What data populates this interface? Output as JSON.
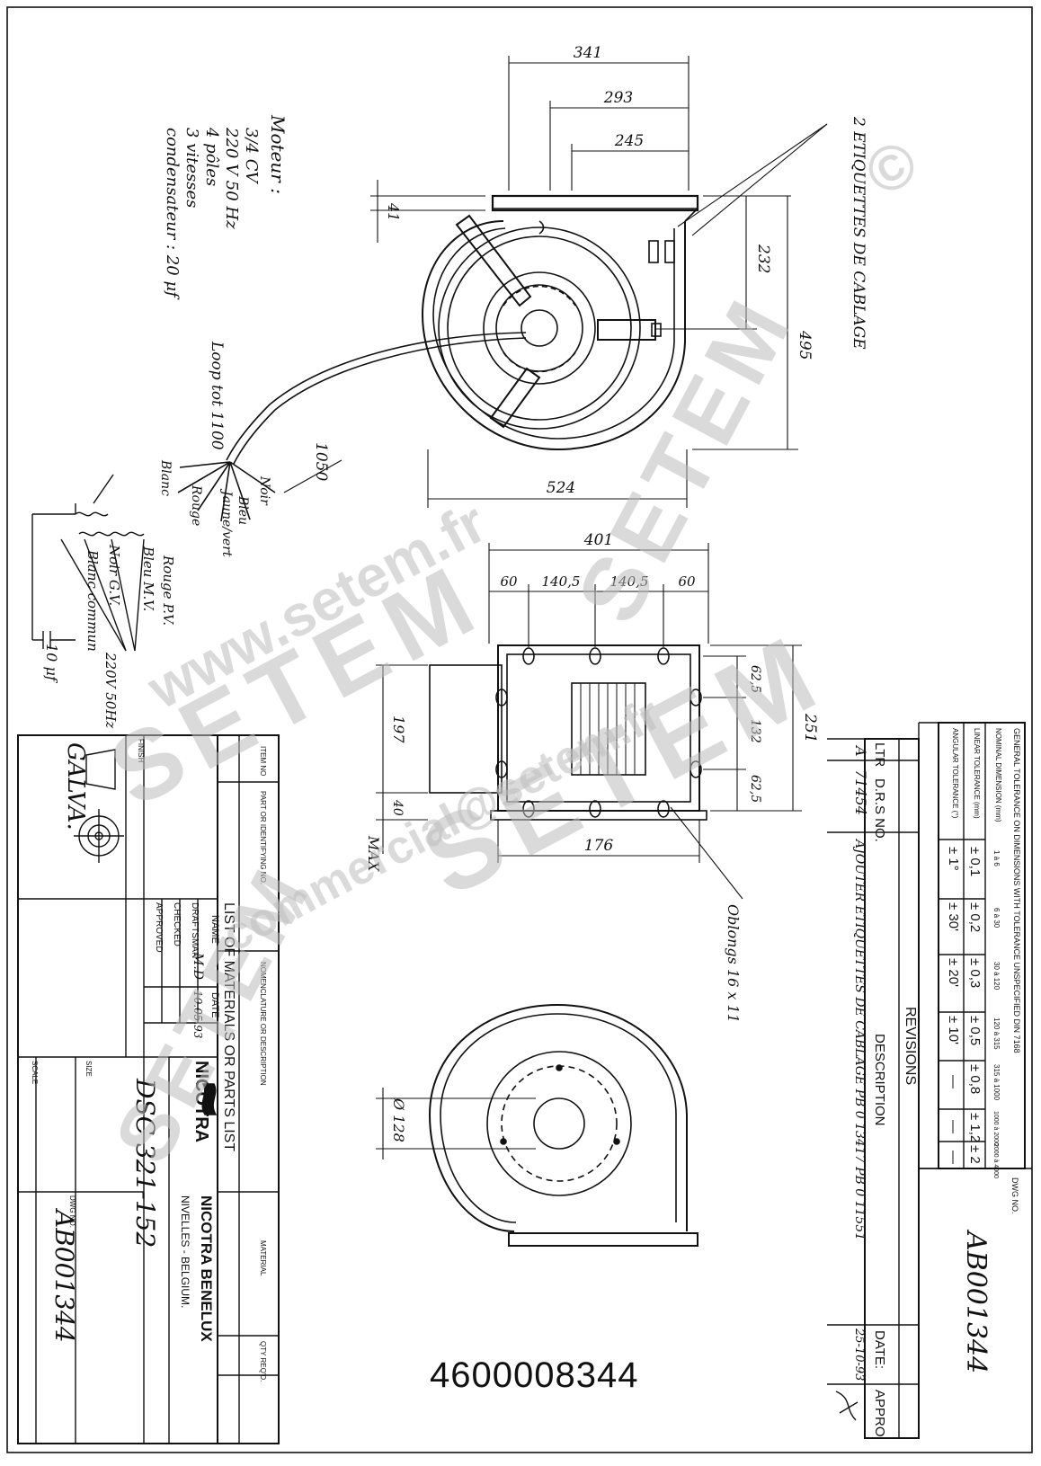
{
  "part_number": "4600008344",
  "motor_note": {
    "heading": "Moteur :",
    "lines": [
      "3/4 CV",
      "220 V  50 Hz",
      "4 pôles",
      "3 vitesses",
      "condensateur : 20 μf"
    ]
  },
  "labels": {
    "wiring_labels": "2 ETIQUETTES DE CABLAGE",
    "oblongs": "Oblongs 16 x 11",
    "loop": "Loop tot 1100",
    "wire_length": "1050",
    "max": "MAX"
  },
  "wire_colors": [
    "Noir",
    "Bleu",
    "Jaune/vert",
    "Rouge",
    "Blanc"
  ],
  "schematic": {
    "rouge": "Rouge P.V.",
    "bleu": "Bleu M.V.",
    "noir": "Noir G.V.",
    "blanc": "Blanc commun",
    "voltage": "220V 50Hz",
    "capacitor": "10 μf"
  },
  "dimensions": {
    "top": [
      "341",
      "293",
      "245",
      "41",
      "232",
      "495",
      "524"
    ],
    "mid": [
      "401",
      "60",
      "140,5",
      "140,5",
      "60",
      "62,5",
      "132",
      "62,5",
      "251",
      "197",
      "40",
      "176"
    ],
    "bottom": [
      "Ø 128"
    ]
  },
  "tolerance": {
    "title": "GENERAL TOLERANCE ON DIMENSIONS WITH TOLERANCE UNSPECIFIED DIN 7168",
    "rows": [
      {
        "label": "NOMINAL DIMENSION (mm)",
        "values": [
          "1 à 6",
          "6 à 30",
          "30 à 120",
          "120 à 315",
          "315 à 1000",
          "1000 à 2000",
          "2000 à 4000"
        ]
      },
      {
        "label": "LINEAR TOLERANCE (mm)",
        "values": [
          "± 0,1",
          "± 0,2",
          "± 0,3",
          "± 0,5",
          "± 0,8",
          "± 1,2",
          "± 2"
        ]
      },
      {
        "label": "ANGULAR TOLERANCE (°)",
        "values": [
          "± 1°",
          "± 30'",
          "± 20'",
          "± 10'",
          "—",
          "—",
          "—"
        ]
      }
    ]
  },
  "revisions": {
    "title": "REVISIONS",
    "headers": [
      "LTR",
      "D.R.S NO.",
      "DESCRIPTION",
      "DATE:",
      "APPRO"
    ],
    "row": {
      "ltr": "A",
      "drs": "71454",
      "description": "AJOUTER ETIQUETTES DE CABLAGE PB 0 13417 PB 0 11551",
      "date": "25-10-93"
    }
  },
  "dwg_label": "DWG NO.",
  "dwg_no": "AB001344",
  "parts_list": {
    "title": "LIST OF MATERIALS OR PARTS LIST",
    "headers": [
      "ITEM NO",
      "PART OR IDENTIFYING NO.",
      "NOMENCLATURE OR DESCRIPTION",
      "MATERIAL",
      "QTY REQ'D."
    ],
    "name_col": "NAME",
    "date_col": "DATE",
    "draftsman": "DRAFTSMAN",
    "checked": "CHECKED",
    "approved": "APPROVED",
    "drafter_name": "M.D",
    "drafter_date": "10.05.93",
    "finish_label": "FINISH",
    "finish": "GALVA."
  },
  "title_block": {
    "brand": "NICOTRA",
    "company": "NICOTRA BENELUX",
    "location": "NIVELLES - BELGIUM.",
    "model": "DSC 321-152",
    "size_label": "SIZE",
    "scale_label": "SCALE"
  },
  "watermark": {
    "brand": "SETEM",
    "site": "www.setem.fr",
    "email": "commercial@setem.fr",
    "copyright": "©"
  }
}
